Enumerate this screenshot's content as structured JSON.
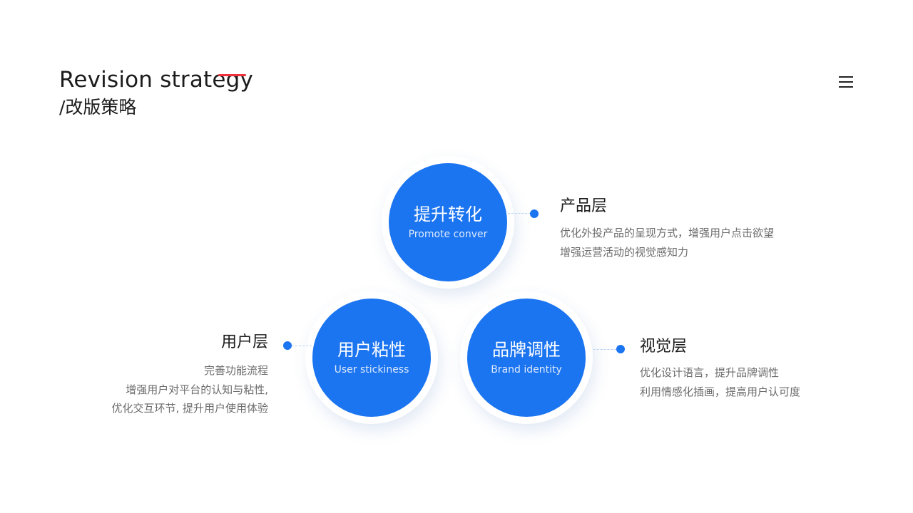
{
  "header": {
    "title_en": "Revision strategy",
    "title_zh": "/改版策略",
    "accent_color": "#f0303c",
    "menu_icon": "hamburger-menu-icon"
  },
  "circles": {
    "top": {
      "title": "提升转化",
      "subtitle": "Promote conver"
    },
    "left": {
      "title": "用户粘性",
      "subtitle": "User stickiness"
    },
    "right": {
      "title": "品牌调性",
      "subtitle": "Brand identity"
    },
    "fill_color": "#1b74f0"
  },
  "layers": {
    "product": {
      "heading": "产品层",
      "lines": [
        "优化外投产品的呈现方式，增强用户点击欲望",
        "增强运营活动的视觉感知力"
      ]
    },
    "user": {
      "heading": "用户层",
      "lines": [
        "完善功能流程",
        "增强用户对平台的认知与粘性,",
        "优化交互环节, 提升用户使用体验"
      ]
    },
    "visual": {
      "heading": "视觉层",
      "lines": [
        "优化设计语言，提升品牌调性",
        "利用情感化插画，提高用户认可度"
      ]
    }
  }
}
